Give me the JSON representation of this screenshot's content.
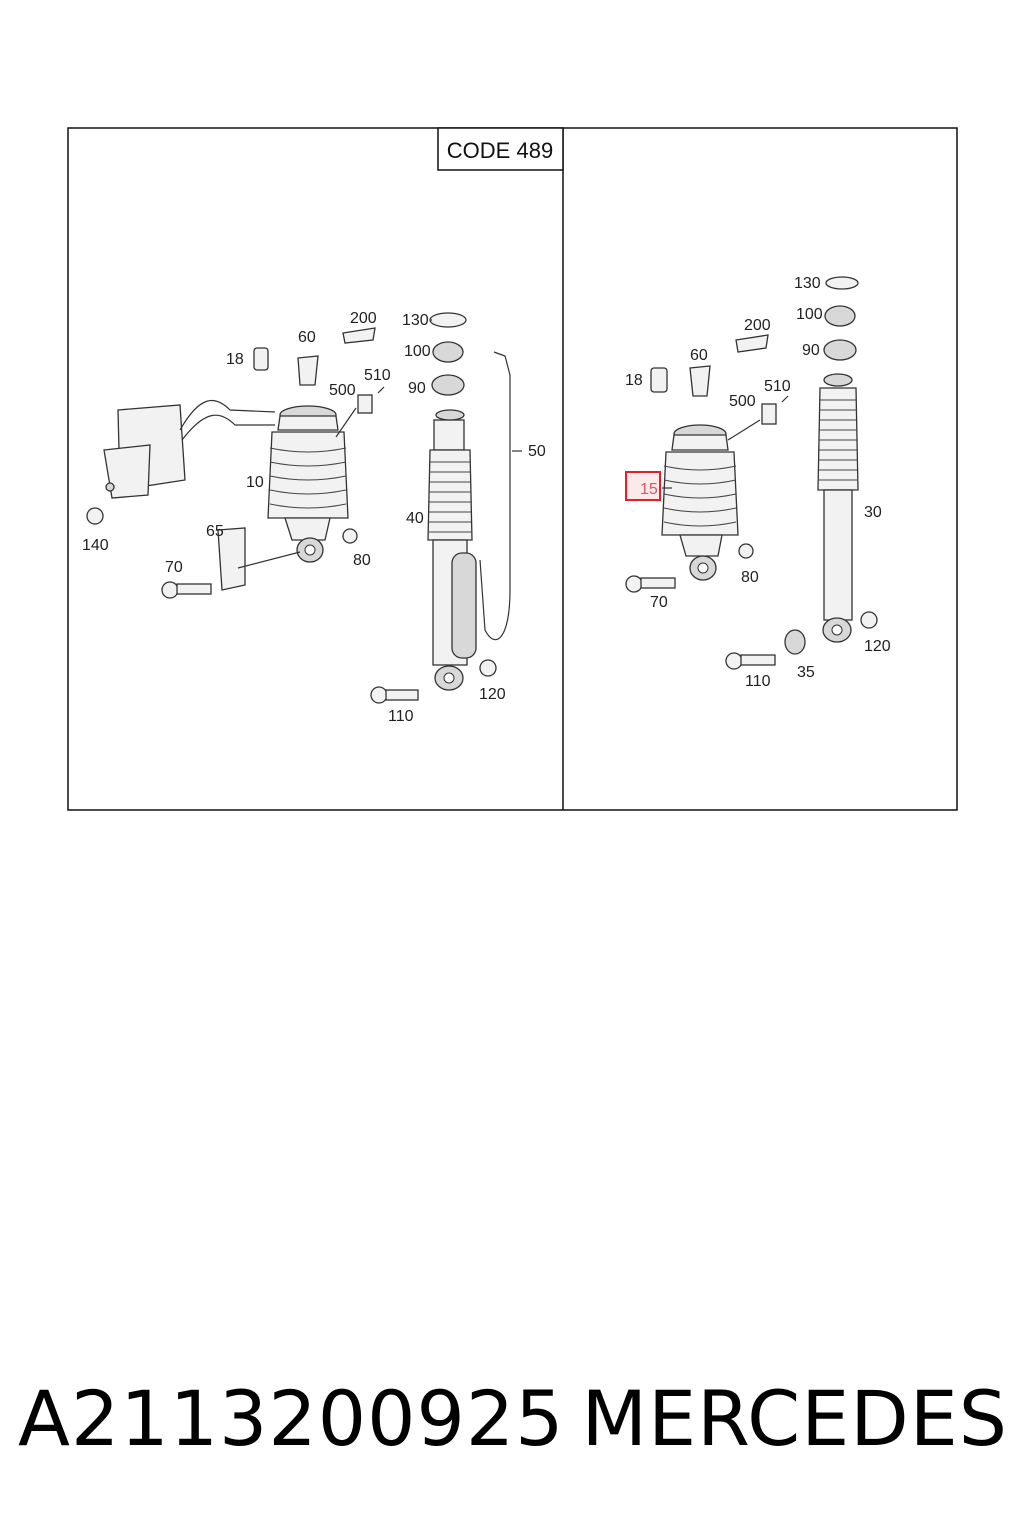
{
  "code_label": "CODE 489",
  "left_panel": {
    "callouts": [
      "200",
      "130",
      "60",
      "18",
      "100",
      "510",
      "500",
      "90",
      "50",
      "10",
      "40",
      "140",
      "65",
      "80",
      "70",
      "120",
      "110"
    ]
  },
  "right_panel": {
    "callouts": [
      "130",
      "100",
      "200",
      "60",
      "90",
      "18",
      "510",
      "500",
      "15",
      "30",
      "80",
      "70",
      "120",
      "35",
      "110"
    ],
    "highlighted": "15",
    "highlight_color": "#e0202a"
  },
  "caption": {
    "part_number": "A2113200925",
    "brand": "MERCEDES"
  }
}
